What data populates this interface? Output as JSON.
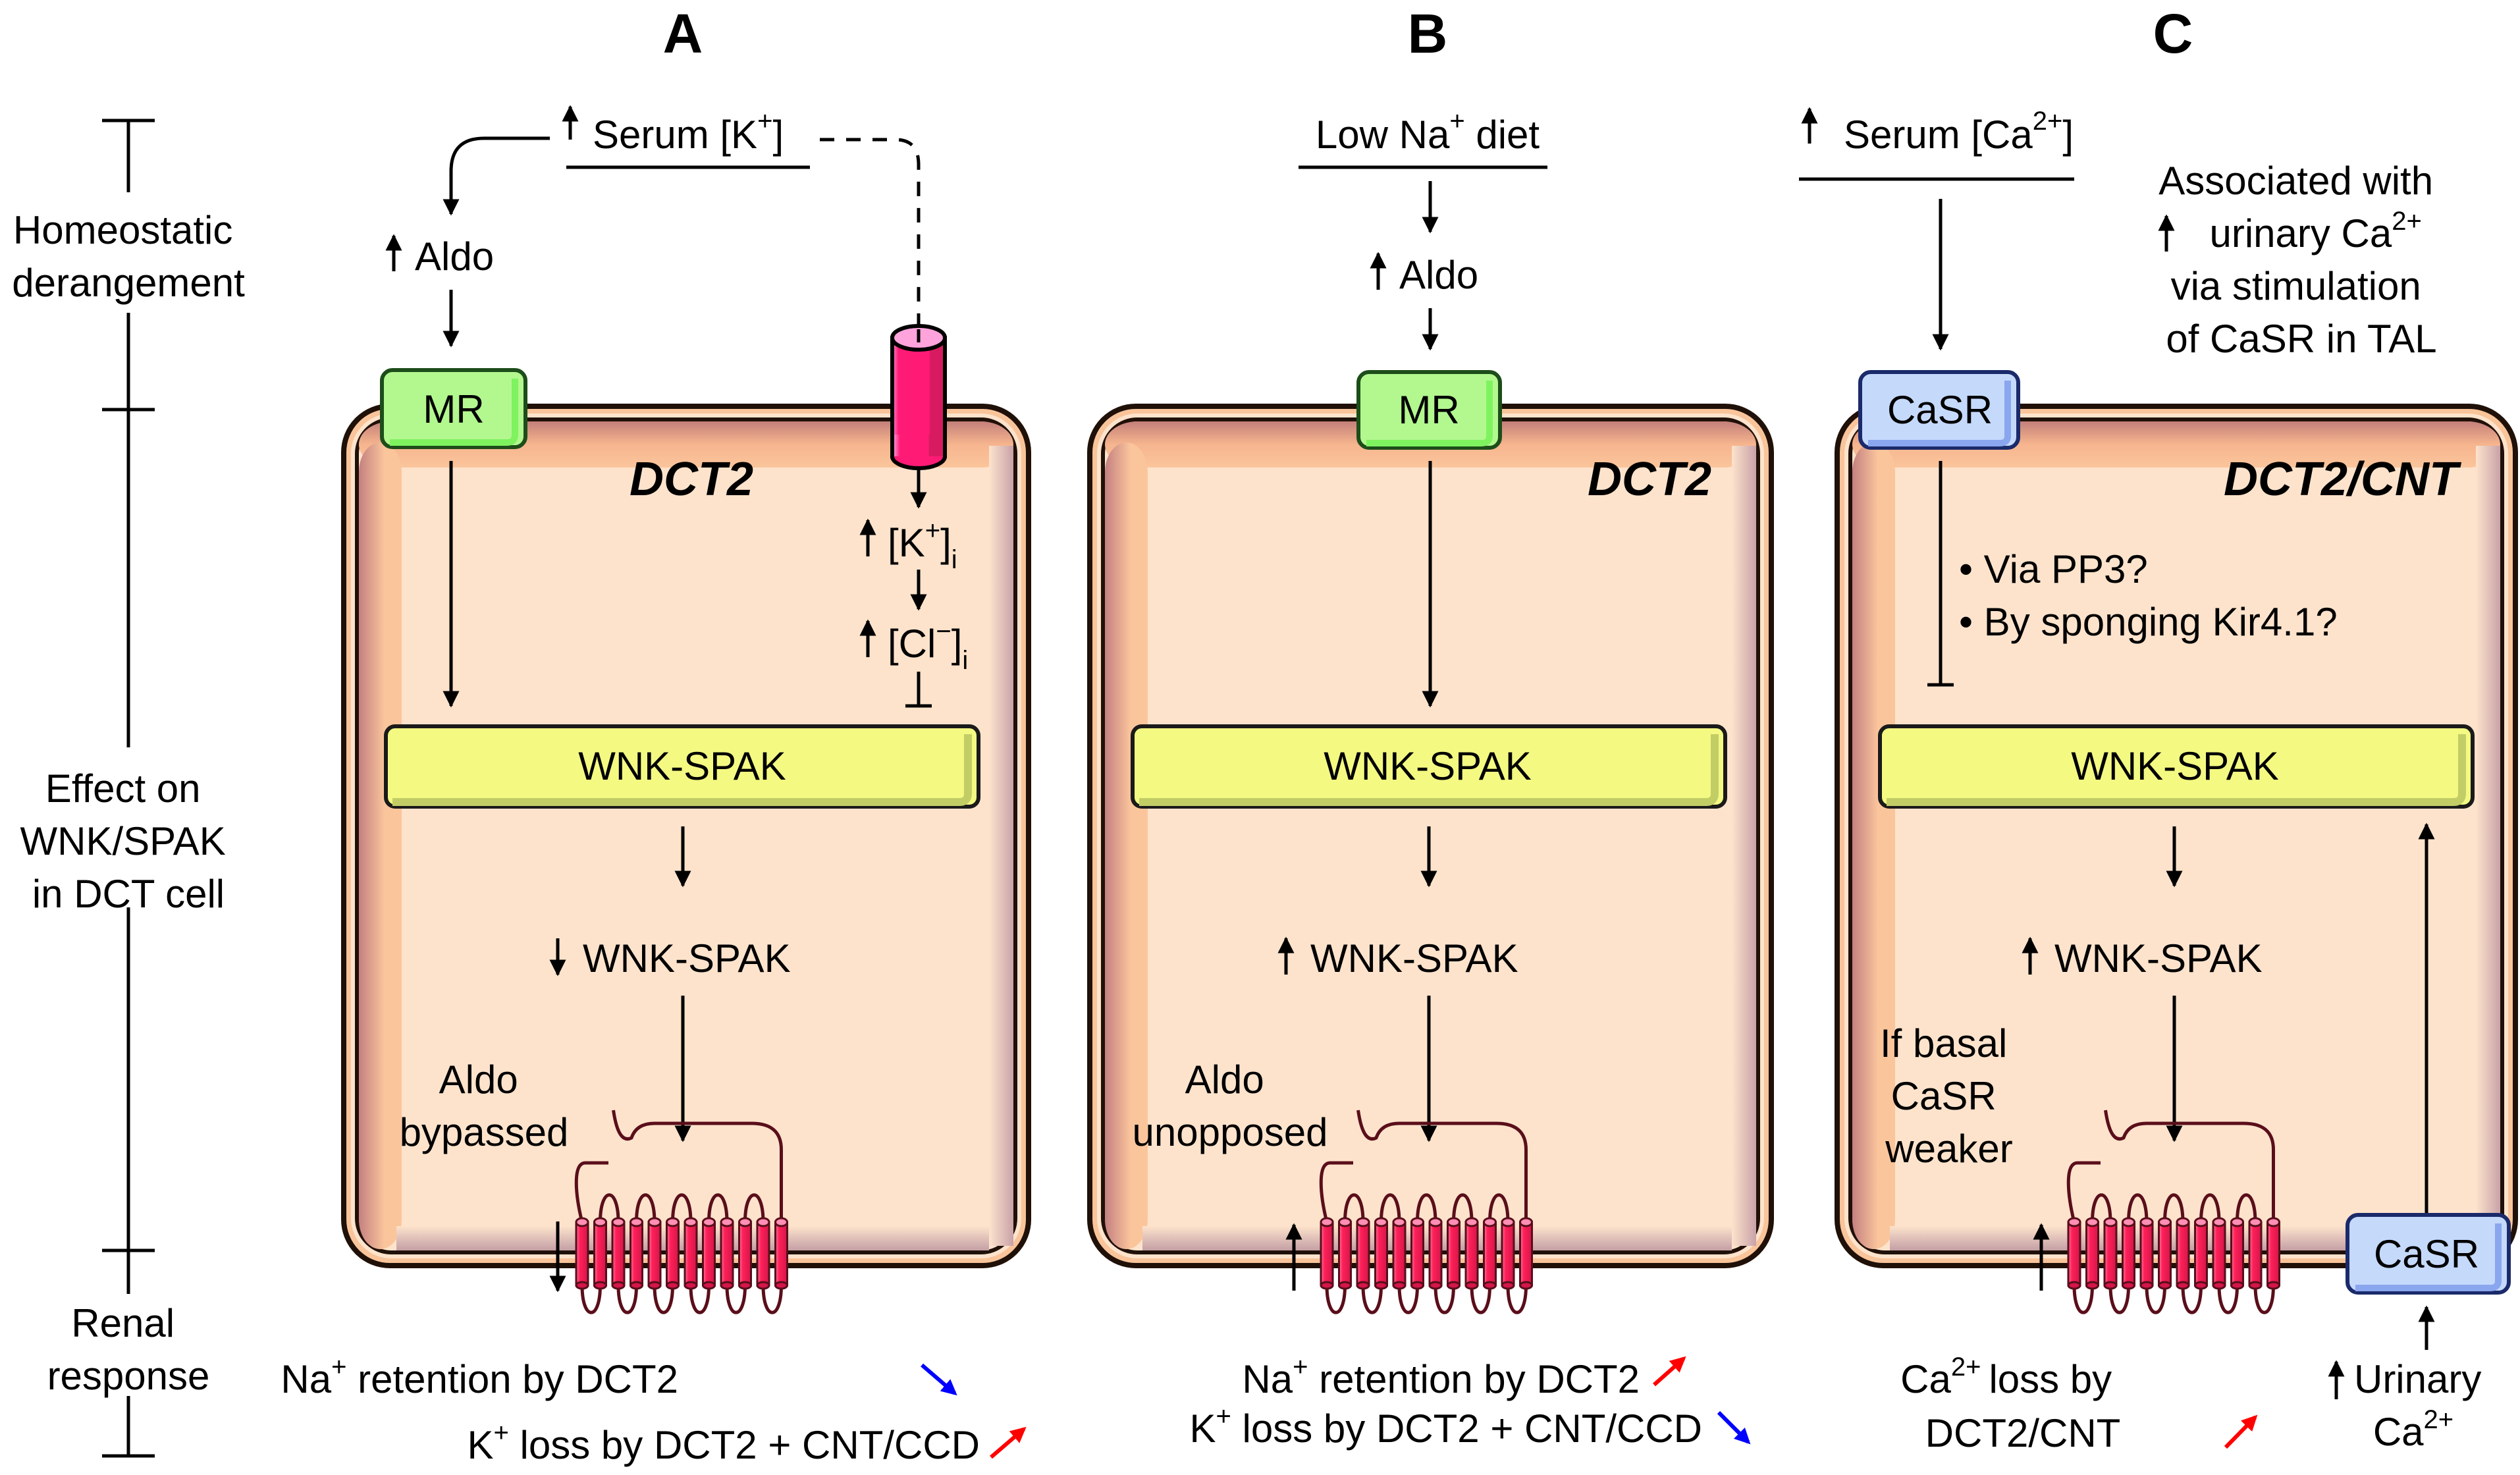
{
  "axis": {
    "stages": [
      {
        "lines": [
          "Homeostatic",
          "derangement"
        ]
      },
      {
        "lines": [
          "Effect on",
          "WNK/SPAK",
          "in DCT cell"
        ]
      },
      {
        "lines": [
          "Renal",
          "response"
        ]
      }
    ]
  },
  "panels": [
    {
      "letter": "A",
      "cell_name": "DCT2",
      "stimulus": {
        "arrow": "up",
        "text": "Serum [K",
        "sup": "+",
        "tail": "]"
      },
      "aldo": {
        "arrow": "up",
        "text": "Aldo"
      },
      "receptor": {
        "label": "MR",
        "color": "#b3f78f"
      },
      "channel_intermediates": [
        {
          "arrow": "up",
          "text": "[K",
          "sup": "+",
          "tail": "]",
          "sub": "i"
        },
        {
          "arrow": "up",
          "text": "[Cl",
          "sup": "−",
          "tail": "]",
          "sub": "i"
        }
      ],
      "kinase_bar": "WNK-SPAK",
      "effect": {
        "arrow": "down",
        "text": "WNK-SPAK"
      },
      "side_note": [
        "Aldo",
        "bypassed"
      ],
      "transporter_arrow": "down",
      "responses": [
        {
          "text_pre": "Na",
          "sup": "+",
          "text": " retention by DCT2",
          "trend": "down",
          "trend_color": "#0000ff"
        },
        {
          "text_pre": "K",
          "sup": "+",
          "text": " loss by DCT2 + CNT/CCD",
          "trend": "up",
          "trend_color": "#ff0000"
        }
      ]
    },
    {
      "letter": "B",
      "cell_name": "DCT2",
      "stimulus": {
        "text": "Low Na",
        "sup": "+",
        "tail": " diet"
      },
      "aldo": {
        "arrow": "up",
        "text": "Aldo"
      },
      "receptor": {
        "label": "MR",
        "color": "#b3f78f"
      },
      "kinase_bar": "WNK-SPAK",
      "effect": {
        "arrow": "up",
        "text": "WNK-SPAK"
      },
      "side_note": [
        "Aldo",
        "unopposed"
      ],
      "transporter_arrow": "up",
      "responses": [
        {
          "text_pre": "Na",
          "sup": "+",
          "text": " retention by DCT2",
          "trend": "up",
          "trend_color": "#ff0000"
        },
        {
          "text_pre": "K",
          "sup": "+",
          "text": " loss by DCT2 + CNT/CCD",
          "trend": "down",
          "trend_color": "#0000ff"
        }
      ]
    },
    {
      "letter": "C",
      "cell_name": "DCT2/CNT",
      "stimulus": {
        "arrow": "up",
        "text": "Serum [Ca",
        "sup": "2+",
        "tail": "]"
      },
      "association_note": {
        "lines": [
          "Associated with",
          "urinary Ca",
          "via stimulation",
          "of CaSR in TAL"
        ],
        "line2_arrow": "up",
        "line2_sup": "2+"
      },
      "receptor": {
        "label": "CaSR",
        "color": "#c5d9fb"
      },
      "basolateral_receptor": {
        "label": "CaSR",
        "color": "#c5d9fb"
      },
      "mechanisms": [
        "• Via PP3?",
        "• By sponging Kir4.1?"
      ],
      "kinase_bar": "WNK-SPAK",
      "effect": {
        "arrow": "up",
        "text": "WNK-SPAK"
      },
      "side_note": [
        "If basal",
        "CaSR",
        "weaker"
      ],
      "transporter_arrow": "up",
      "responses": [
        {
          "lines": [
            "Ca",
            "loss by",
            "DCT2/CNT"
          ],
          "sup": "2+",
          "trend": "up",
          "trend_color": "#ff0000"
        }
      ],
      "urinary": {
        "arrow": "up",
        "lines": [
          "Urinary",
          "Ca"
        ],
        "sup": "2+"
      }
    }
  ],
  "colors": {
    "cell_fill": "#fde3cc",
    "cell_edge": "#f9c49a",
    "membrane": "#1f1008",
    "kinase_fill": "#f4f982",
    "kinase_shadow": "#c2cd66",
    "channel": "#ff1b75",
    "transporter": "#ff1f55",
    "loop": "#5a0e1a"
  }
}
